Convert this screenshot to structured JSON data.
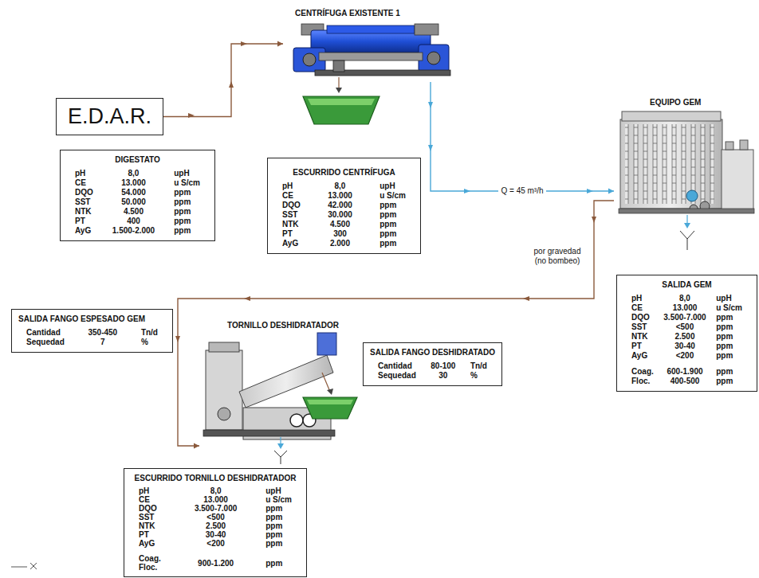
{
  "diagram": {
    "nodes": [
      {
        "text": [
          "CENTRÍFUGA EXISTENTE 1"
        ]
      },
      {
        "text": [
          "E.D.A.R."
        ]
      },
      {
        "text": [
          "EQUIPO GEM"
        ]
      },
      {
        "text": [
          "DIGESTATO",
          "pH",
          "8,0",
          "upH",
          "CE",
          "13.000",
          "u S/cm",
          "DQO",
          "54.000",
          "ppm",
          "SST",
          "50.000",
          "ppm",
          "NTK",
          "4.500",
          "ppm",
          "PT",
          "400",
          "ppm",
          "AyG",
          "1.500-2.000",
          "ppm"
        ]
      },
      {
        "text": [
          "ESCURRIDO CENTRÍFUGA",
          "pH",
          "8,0",
          "upH",
          "CE",
          "13.000",
          "u S/cm",
          "DQO",
          "42.000",
          "ppm",
          "SST",
          "30.000",
          "ppm",
          "NTK",
          "4.500",
          "ppm",
          "PT",
          "300",
          "ppm",
          "AyG",
          "2.000",
          "ppm"
        ]
      },
      {
        "text": [
          "SALIDA GEM",
          "pH",
          "8,0",
          "upH",
          "CE",
          "13.000",
          "u S/cm",
          "DQO",
          "3.500-7.000",
          "ppm",
          "SST",
          "<500",
          "ppm",
          "NTK",
          "2.500",
          "ppm",
          "PT",
          "30-40",
          "ppm",
          "AyG",
          "<200",
          "ppm",
          "Coag.",
          "600-1.900",
          "ppm",
          "Floc.",
          "400-500",
          "ppm"
        ]
      },
      {
        "text": [
          "SALIDA FANGO ESPESADO GEM",
          "Cantidad",
          "350-450",
          "Tn/d",
          "Sequedad",
          "7",
          "%"
        ]
      },
      {
        "text": [
          "TORNILLO DESHIDRATADOR"
        ]
      },
      {
        "text": [
          "SALIDA FANGO DESHIDRATADO",
          "Cantidad",
          "80-100",
          "Tn/d",
          "Sequedad",
          "30",
          "%"
        ]
      },
      {
        "text": [
          "ESCURRIDO TORNILLO DESHIDRATADOR",
          "pH",
          "8,0",
          "upH",
          "CE",
          "13.000",
          "u S/cm",
          "DQO",
          "3.500-7.000",
          "ppm",
          "SST",
          "<500",
          "ppm",
          "NTK",
          "2.500",
          "ppm",
          "PT",
          "30-40",
          "ppm",
          "AyG",
          "<200",
          "ppm",
          "Coag. Floc.",
          "900-1.200",
          "ppm"
        ]
      }
    ],
    "edges": [
      {
        "from": 1,
        "to": 0,
        "arrow": "to"
      },
      {
        "from": 0,
        "to": 2,
        "label": "Q = 45 m³/h",
        "arrow": "to"
      },
      {
        "from": 2,
        "to": 7,
        "label": "por gravedad (no bombeo)",
        "arrow": "to"
      }
    ]
  }
}
